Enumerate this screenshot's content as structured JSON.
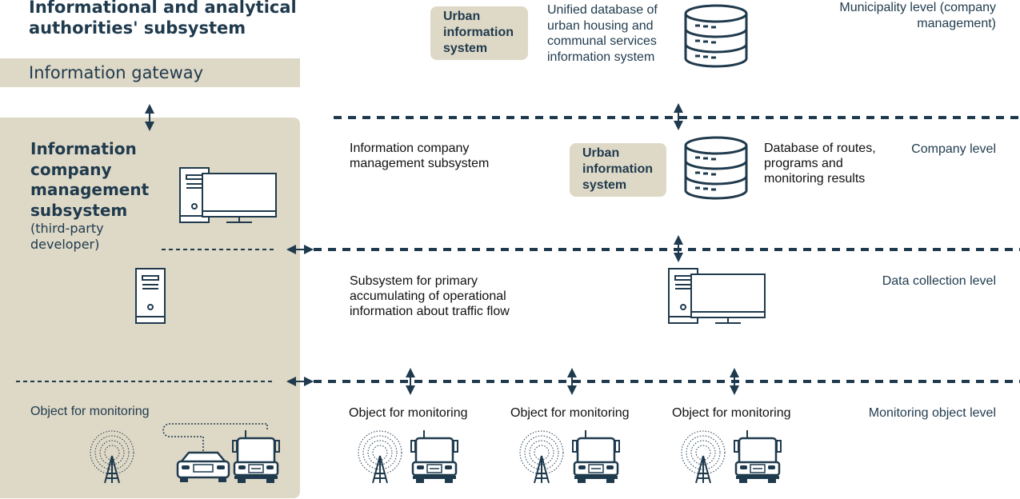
{
  "left_title": "Informational and analytical authorities' subsystem",
  "gateway_label": "Information gateway",
  "left_panel": {
    "title": "Information company management subsystem",
    "subtitle": "(third-party developer)",
    "object_label": "Object for monitoring"
  },
  "municipality": {
    "uis_label": "Urban information system",
    "db_label": "Unified database of urban housing and communal services information system",
    "level": "Municipality level (company management)"
  },
  "company": {
    "subsystem_label": "Information company management subsystem",
    "uis_label": "Urban information system",
    "db_label": "Database of routes, programs and monitoring results",
    "level": "Company level"
  },
  "data_collection": {
    "subsystem_label": "Subsystem for primary accumulating of operational information about traffic flow",
    "level": "Data collection level"
  },
  "monitoring": {
    "objects": [
      "Object for monitoring",
      "Object for monitoring",
      "Object for monitoring"
    ],
    "level": "Monitoring object level"
  },
  "colors": {
    "navy": "#1f3a4d",
    "tan": "#ded8c6"
  },
  "icons": [
    "database-icon",
    "desktop-computer-icon",
    "server-tower-icon",
    "radio-tower-icon",
    "truck-icon",
    "car-icon",
    "double-arrow-icon"
  ]
}
